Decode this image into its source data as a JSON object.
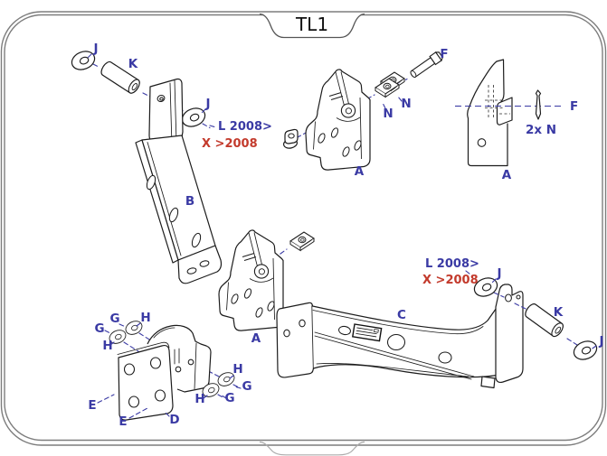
{
  "title": "TL1",
  "colors": {
    "label_blue": "#3a3aa4",
    "note_blue": "#3a3aa4",
    "note_red": "#c33a2c",
    "drawing_line": "#1c1c1c",
    "frame_gray": "#7d7d7d"
  },
  "parts": {
    "a": "A",
    "b": "B",
    "c": "C",
    "d": "D",
    "e": "E",
    "f": "F",
    "g": "G",
    "h": "H",
    "j": "J",
    "k": "K",
    "n": "N",
    "n_qty": "2x N"
  },
  "notes": {
    "late_model": "L 2008>",
    "early_model": "X >2008"
  }
}
